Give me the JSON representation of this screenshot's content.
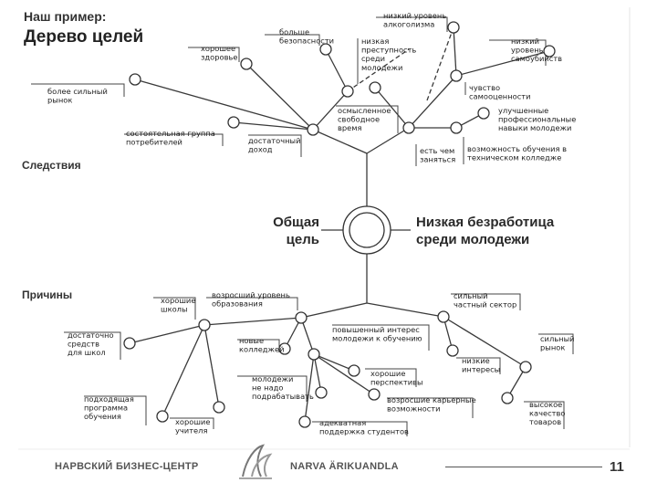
{
  "header": {
    "small": "Наш пример:",
    "big": "Дерево целей"
  },
  "sections": {
    "consequences": "Следствия",
    "causes": "Причины"
  },
  "goal": {
    "left": [
      "Общая",
      "цель"
    ],
    "right": [
      "Низкая безработица",
      "среди молодежи"
    ]
  },
  "consequences": [
    {
      "id": "alcohol",
      "lines": [
        "низкий уровень",
        "алкоголизма"
      ]
    },
    {
      "id": "safety",
      "lines": [
        "больше",
        "безопасности"
      ]
    },
    {
      "id": "crime",
      "lines": [
        "низкая",
        "преступность",
        "среди",
        "молодежи"
      ]
    },
    {
      "id": "suicide",
      "lines": [
        "низкий",
        "уровень",
        "самоубийств"
      ]
    },
    {
      "id": "health",
      "lines": [
        "хорошее",
        "здоровье"
      ]
    },
    {
      "id": "self-esteem",
      "lines": [
        "чувство",
        "самооценности"
      ]
    },
    {
      "id": "market",
      "lines": [
        "более сильный",
        "рынок"
      ]
    },
    {
      "id": "free-time",
      "lines": [
        "осмысленное",
        "свободное",
        "время"
      ]
    },
    {
      "id": "skills",
      "lines": [
        "улучшенные",
        "профессиональные",
        "навыки молодежи"
      ]
    },
    {
      "id": "consumers",
      "lines": [
        "состоятельная группа",
        "потребителей"
      ]
    },
    {
      "id": "income",
      "lines": [
        "достаточный",
        "доход"
      ]
    },
    {
      "id": "occupation",
      "lines": [
        "есть чем",
        "заняться"
      ]
    },
    {
      "id": "college",
      "lines": [
        "возможность обучения в",
        "техническом колледже"
      ]
    }
  ],
  "causes": [
    {
      "id": "good-schools",
      "lines": [
        "хорошие",
        "школы"
      ]
    },
    {
      "id": "education-level",
      "lines": [
        "возросший уровень",
        "образования"
      ]
    },
    {
      "id": "private-sector",
      "lines": [
        "сильный",
        "частный сектор"
      ]
    },
    {
      "id": "funds",
      "lines": [
        "достаточно",
        "средств",
        "для школ"
      ]
    },
    {
      "id": "new-colleges",
      "lines": [
        "новые",
        "колледжей"
      ]
    },
    {
      "id": "interest",
      "lines": [
        "повышенный интерес",
        "молодежи к обучению"
      ]
    },
    {
      "id": "strong-market",
      "lines": [
        "сильный",
        "рынок"
      ]
    },
    {
      "id": "low-interest",
      "lines": [
        "низкие",
        "интересы"
      ]
    },
    {
      "id": "prospects",
      "lines": [
        "хорошие",
        "перспективы"
      ]
    },
    {
      "id": "program",
      "lines": [
        "подходящая",
        "программа",
        "обучения"
      ]
    },
    {
      "id": "no-side-jobs",
      "lines": [
        "молодежи",
        "не надо",
        "подрабатывать"
      ]
    },
    {
      "id": "career",
      "lines": [
        "возросшие карьерные",
        "возможности"
      ]
    },
    {
      "id": "quality",
      "lines": [
        "высокое",
        "качество",
        "товаров"
      ]
    },
    {
      "id": "teachers",
      "lines": [
        "хорошие",
        "учителя"
      ]
    },
    {
      "id": "support",
      "lines": [
        "адекватная",
        "поддержка студентов"
      ]
    }
  ],
  "footer": {
    "left": "НАРВСКИЙ БИЗНЕС-ЦЕНТР",
    "center": "NARVA ÄRIKUANDLA",
    "page": "11"
  }
}
